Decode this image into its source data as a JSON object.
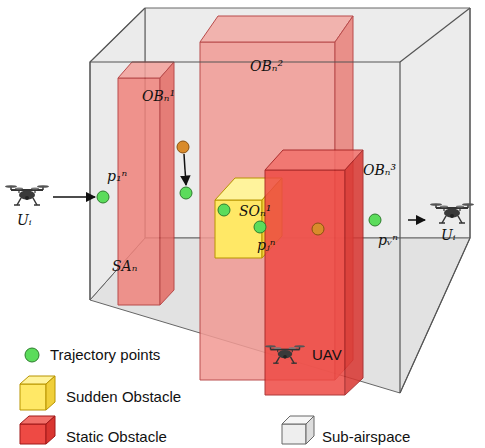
{
  "diagram": {
    "nodes": [
      {
        "text": [
          "SAₙ"
        ]
      },
      {
        "text": [
          "OBₙ¹"
        ],
        "in": 0
      },
      {
        "text": [
          "OBₙ²"
        ],
        "in": 0
      },
      {
        "text": [
          "OBₙ³"
        ],
        "in": 0
      },
      {
        "text": [
          "SOₙ¹"
        ],
        "in": 0
      },
      {
        "text": [
          "p₁ⁿ"
        ],
        "in": 0
      },
      {
        "text": [
          "pⱼⁿ"
        ],
        "in": 0
      },
      {
        "text": [
          "pᵥⁿ"
        ],
        "in": 0
      },
      {
        "text": [
          "Uᵢ"
        ]
      },
      {
        "text": [
          "Uᵢ"
        ]
      }
    ],
    "edges": [
      {
        "from": 8,
        "to": 5,
        "arrow": "to"
      },
      {
        "from": 7,
        "to": 9,
        "arrow": "to"
      }
    ],
    "legend": [
      {
        "text": "Trajectory points"
      },
      {
        "text": "UAV"
      },
      {
        "text": "Sudden Obstacle"
      },
      {
        "text": "Static Obstacle"
      },
      {
        "text": "Sub-airspace"
      }
    ]
  }
}
